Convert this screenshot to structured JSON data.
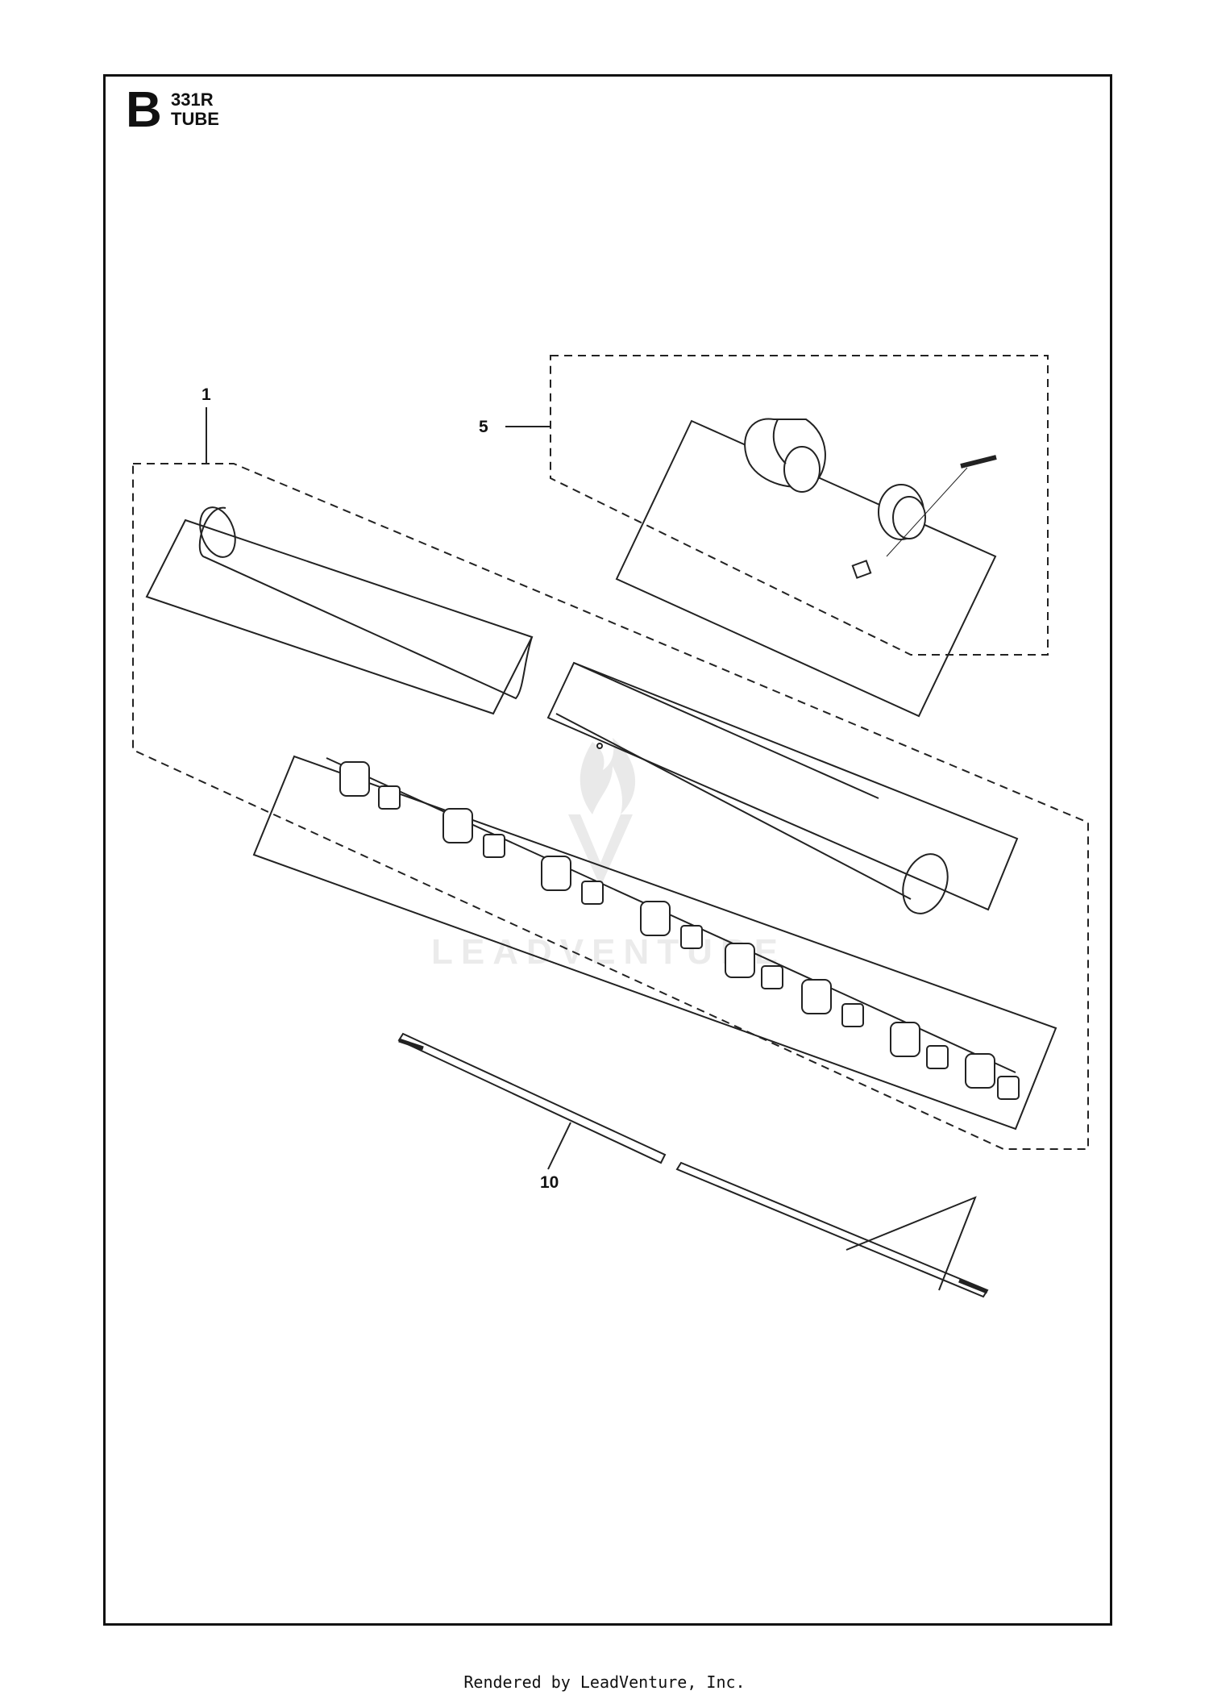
{
  "header": {
    "section_letter": "B",
    "model": "331R",
    "assembly": "TUBE"
  },
  "callouts": [
    {
      "id": "1",
      "label": "1"
    },
    {
      "id": "5",
      "label": "5"
    },
    {
      "id": "10",
      "label": "10"
    }
  ],
  "watermark": {
    "text": "LEADVENTURE"
  },
  "footer": {
    "text": "Rendered by LeadVenture, Inc."
  }
}
